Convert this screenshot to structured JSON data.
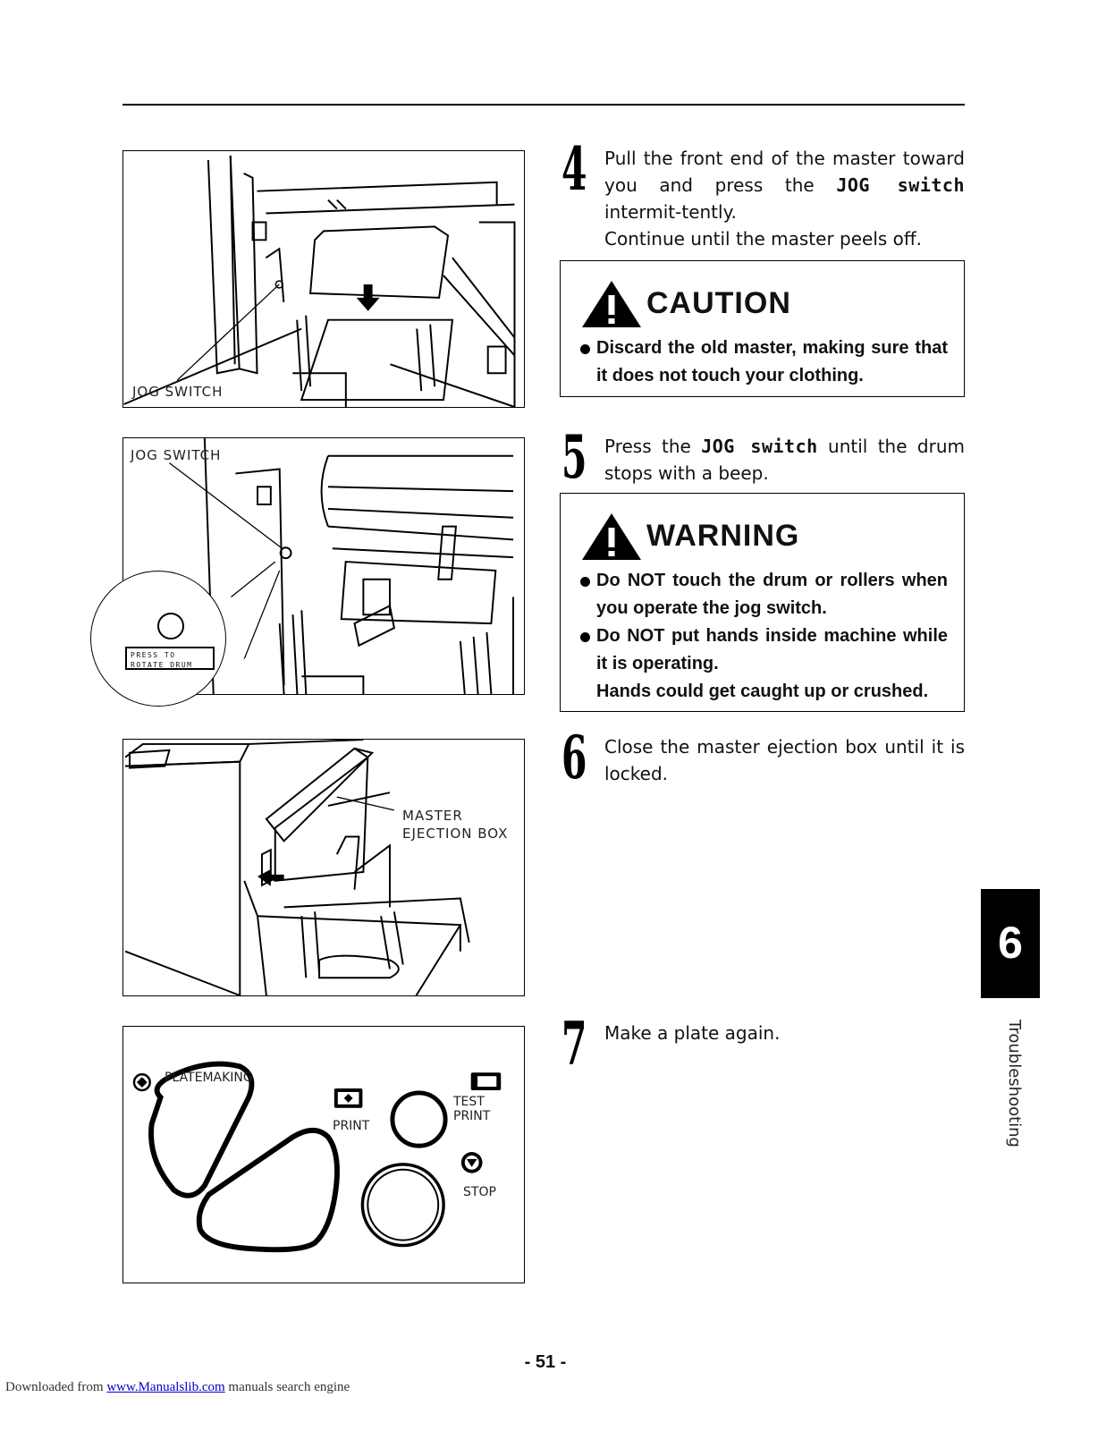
{
  "figures": {
    "fig1": {
      "label": "JOG SWITCH"
    },
    "fig2": {
      "label": "JOG SWITCH",
      "inset_label_1": "PRESS TO",
      "inset_label_2": "ROTATE DRUM"
    },
    "fig3": {
      "label_1": "MASTER",
      "label_2": "EJECTION BOX"
    },
    "fig4": {
      "platemaking": "PLATEMAKING",
      "print": "PRINT",
      "test_print": "TEST PRINT",
      "stop": "STOP"
    }
  },
  "steps": {
    "s4": {
      "number": "4",
      "pre": "Pull the front end of the master toward you and press the ",
      "bold": "JOG switch",
      "post": " intermit-tently.",
      "cont": "Continue until the master peels off."
    },
    "s5": {
      "number": "5",
      "pre": "Press the ",
      "bold": "JOG switch",
      "post": " until the drum stops with a beep."
    },
    "s6": {
      "number": "6",
      "text": "Close the master ejection box until it is locked."
    },
    "s7": {
      "number": "7",
      "text": "Make a plate again."
    }
  },
  "caution": {
    "title": "CAUTION",
    "item": "Discard the old master, making sure that it does not touch your clothing."
  },
  "warning": {
    "title": "WARNING",
    "item_1": "Do NOT touch the drum or rollers when you operate the jog switch.",
    "item_2": "Do NOT put hands inside machine while it is operating.",
    "item_2_cont": "Hands could get caught up or crushed."
  },
  "section_tab": {
    "number": "6",
    "title": "Troubleshooting"
  },
  "page_number": "- 51 -",
  "footer": {
    "prefix": "Downloaded from ",
    "link": "www.Manualslib.com",
    "suffix": " manuals search engine"
  }
}
